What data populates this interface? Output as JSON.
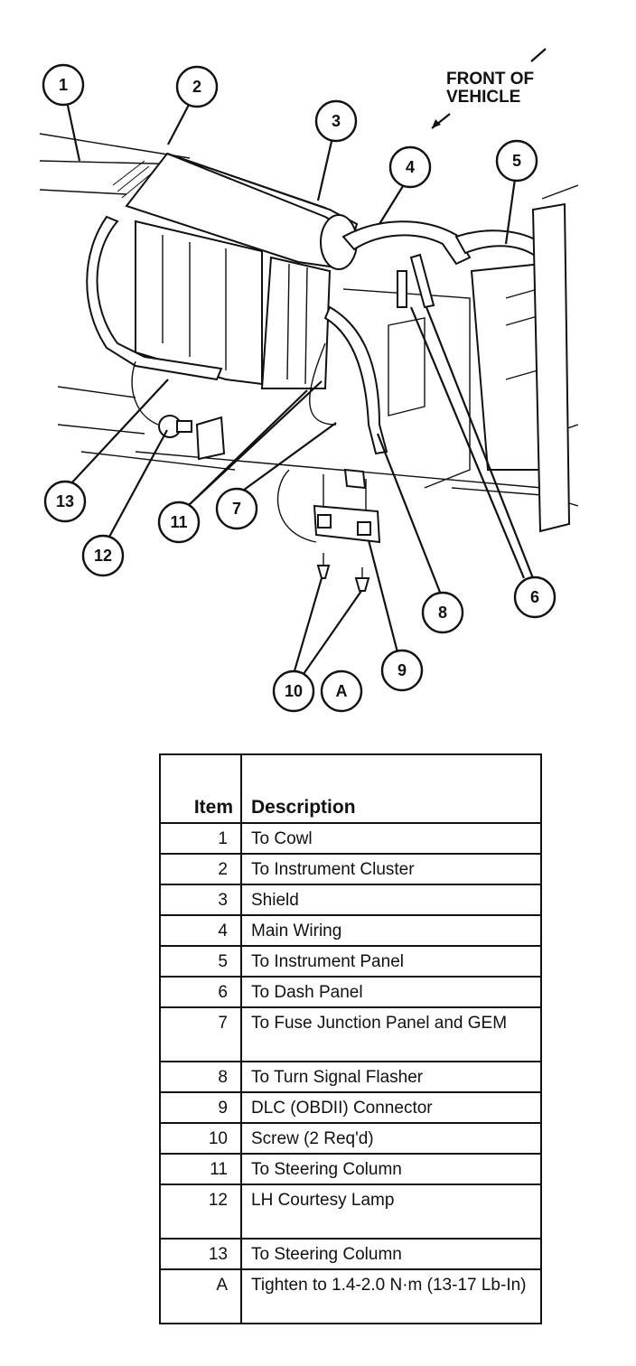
{
  "diagram": {
    "front_label_line1": "FRONT OF",
    "front_label_line2": "VEHICLE",
    "callouts": [
      "1",
      "2",
      "3",
      "4",
      "5",
      "6",
      "7",
      "8",
      "9",
      "10",
      "11",
      "12",
      "13",
      "A"
    ]
  },
  "table": {
    "headers": {
      "item": "Item",
      "description": "Description"
    },
    "rows": [
      {
        "item": "1",
        "description": "To Cowl"
      },
      {
        "item": "2",
        "description": "To Instrument Cluster"
      },
      {
        "item": "3",
        "description": "Shield"
      },
      {
        "item": "4",
        "description": "Main Wiring"
      },
      {
        "item": "5",
        "description": "To Instrument Panel"
      },
      {
        "item": "6",
        "description": "To Dash Panel"
      },
      {
        "item": "7",
        "description": "To Fuse Junction Panel and GEM"
      },
      {
        "item": "8",
        "description": "To Turn Signal Flasher"
      },
      {
        "item": "9",
        "description": "DLC (OBDII) Connector"
      },
      {
        "item": "10",
        "description": "Screw (2 Req'd)"
      },
      {
        "item": "11",
        "description": "To Steering Column"
      },
      {
        "item": "12",
        "description": "LH Courtesy Lamp"
      },
      {
        "item": "13",
        "description": "To Steering Column"
      },
      {
        "item": "A",
        "description": "Tighten to 1.4-2.0 N·m (13-17 Lb-In)"
      }
    ]
  }
}
